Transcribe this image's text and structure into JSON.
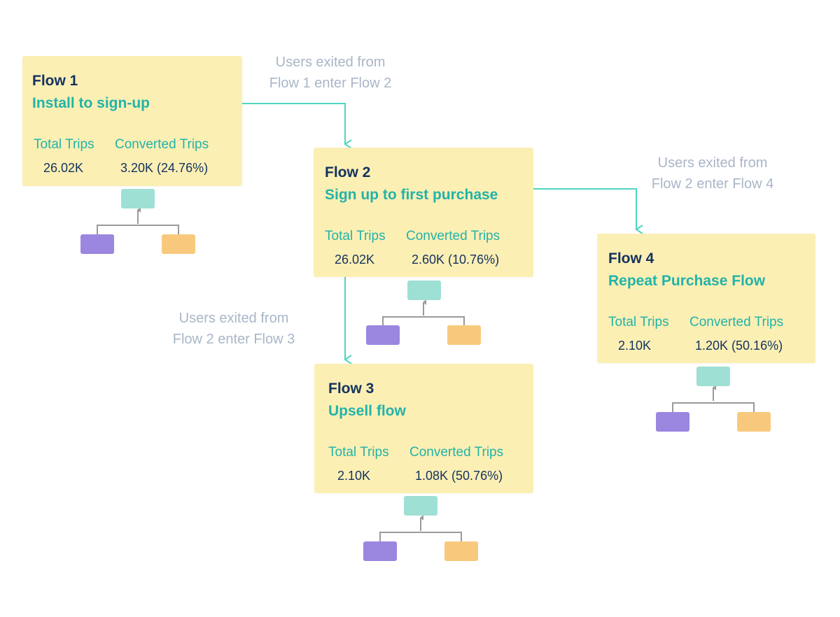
{
  "flows": [
    {
      "name": "Flow 1",
      "desc": "Install to sign-up",
      "total_label": "Total Trips",
      "conv_label": "Converted Trips",
      "total": "26.02K",
      "converted": "3.20K (24.76%)"
    },
    {
      "name": "Flow 2",
      "desc": "Sign up to first purchase",
      "total_label": "Total Trips",
      "conv_label": "Converted Trips",
      "total": "26.02K",
      "converted": "2.60K (10.76%)"
    },
    {
      "name": "Flow 3",
      "desc": "Upsell flow",
      "total_label": "Total Trips",
      "conv_label": "Converted Trips",
      "total": "2.10K",
      "converted": "1.08K (50.76%)"
    },
    {
      "name": "Flow 4",
      "desc": "Repeat Purchase Flow",
      "total_label": "Total Trips",
      "conv_label": "Converted Trips",
      "total": "2.10K",
      "converted": "1.20K (50.16%)"
    }
  ],
  "transitions": [
    {
      "line1": "Users exited from",
      "line2": "Flow 1 enter Flow 2"
    },
    {
      "line1": "Users exited from",
      "line2": "Flow 2 enter Flow 4"
    },
    {
      "line1": "Users exited from",
      "line2": "Flow 2 enter Flow 3"
    }
  ],
  "colors": {
    "card": "#fcefb4",
    "flow_name": "#13325e",
    "accent_teal": "#22b3a9",
    "connector": "#4fd6c0",
    "note_text": "#a9b6c8",
    "tree_root": "#9fe0d4",
    "tree_left": "#9b86e0",
    "tree_right": "#f8c97d",
    "tree_line": "#9a9a9a"
  }
}
